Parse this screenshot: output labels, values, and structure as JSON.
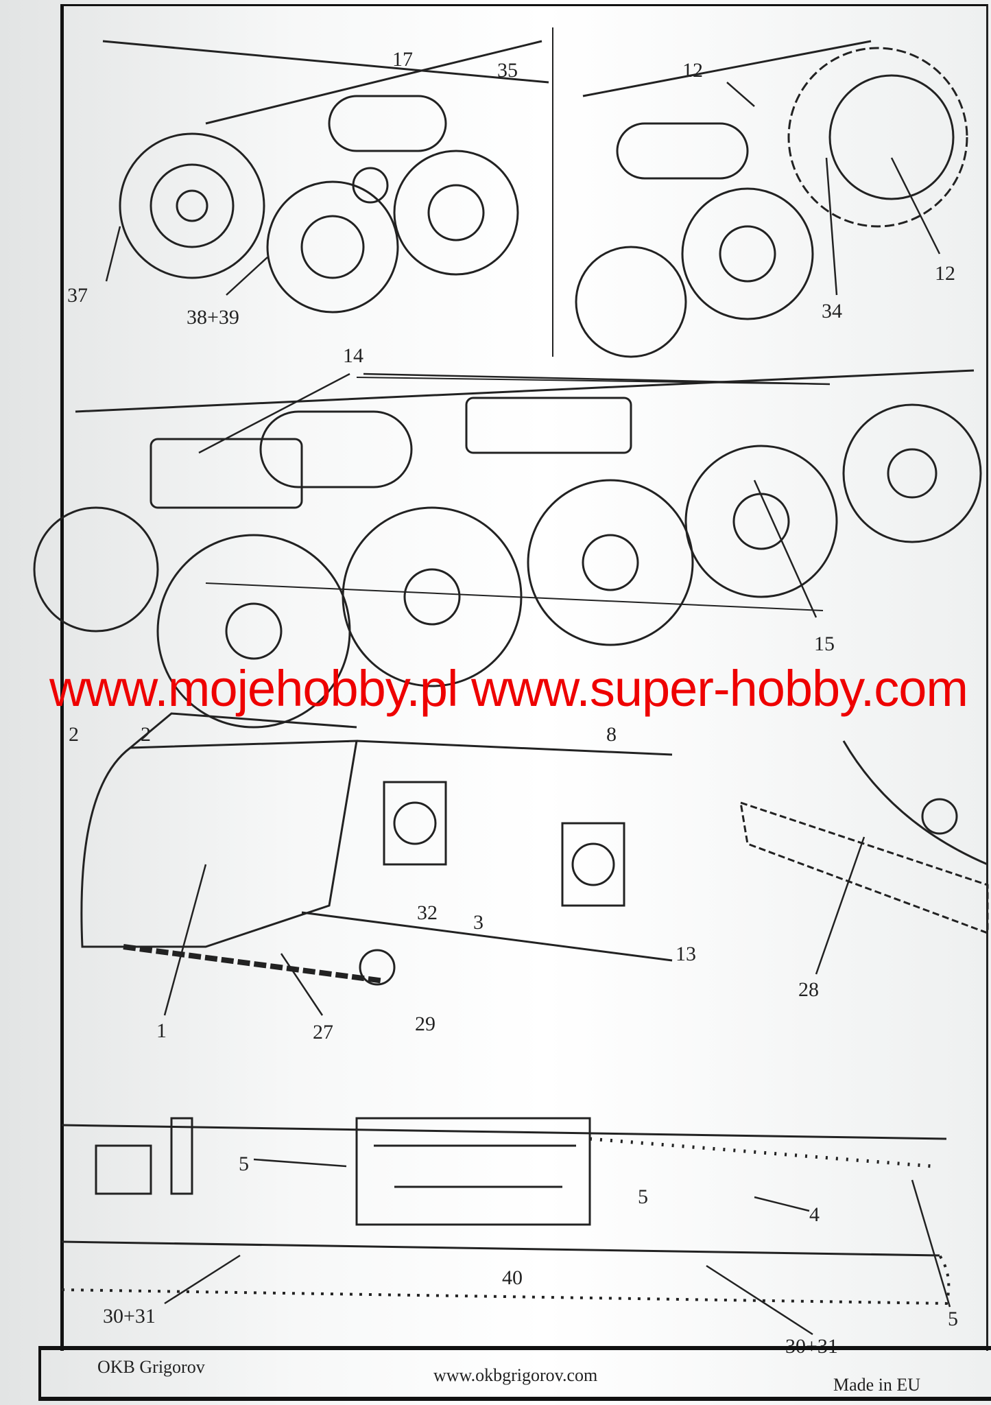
{
  "watermark": "www.mojehobby.pl www.super-hobby.com",
  "callouts": {
    "p17": "17",
    "p35": "35",
    "p37": "37",
    "p38_39": "38+39",
    "p12a": "12",
    "p12b": "12",
    "p34": "34",
    "p14": "14",
    "p15": "15",
    "p2a": "2",
    "p2b": "2",
    "p8": "8",
    "p32": "32",
    "p3": "3",
    "p13": "13",
    "p1": "1",
    "p27": "27",
    "p29": "29",
    "p28": "28",
    "p5a": "5",
    "p5b": "5",
    "p4": "4",
    "p40": "40",
    "p30_31a": "30+31",
    "p30_31b": "30+31",
    "p5c": "5"
  },
  "footer": {
    "brand": "OKB Grigorov",
    "website": "www.okbgrigorov.com",
    "origin": "Made in EU"
  },
  "colors": {
    "watermark": "#ee0000",
    "ink": "#111111"
  }
}
